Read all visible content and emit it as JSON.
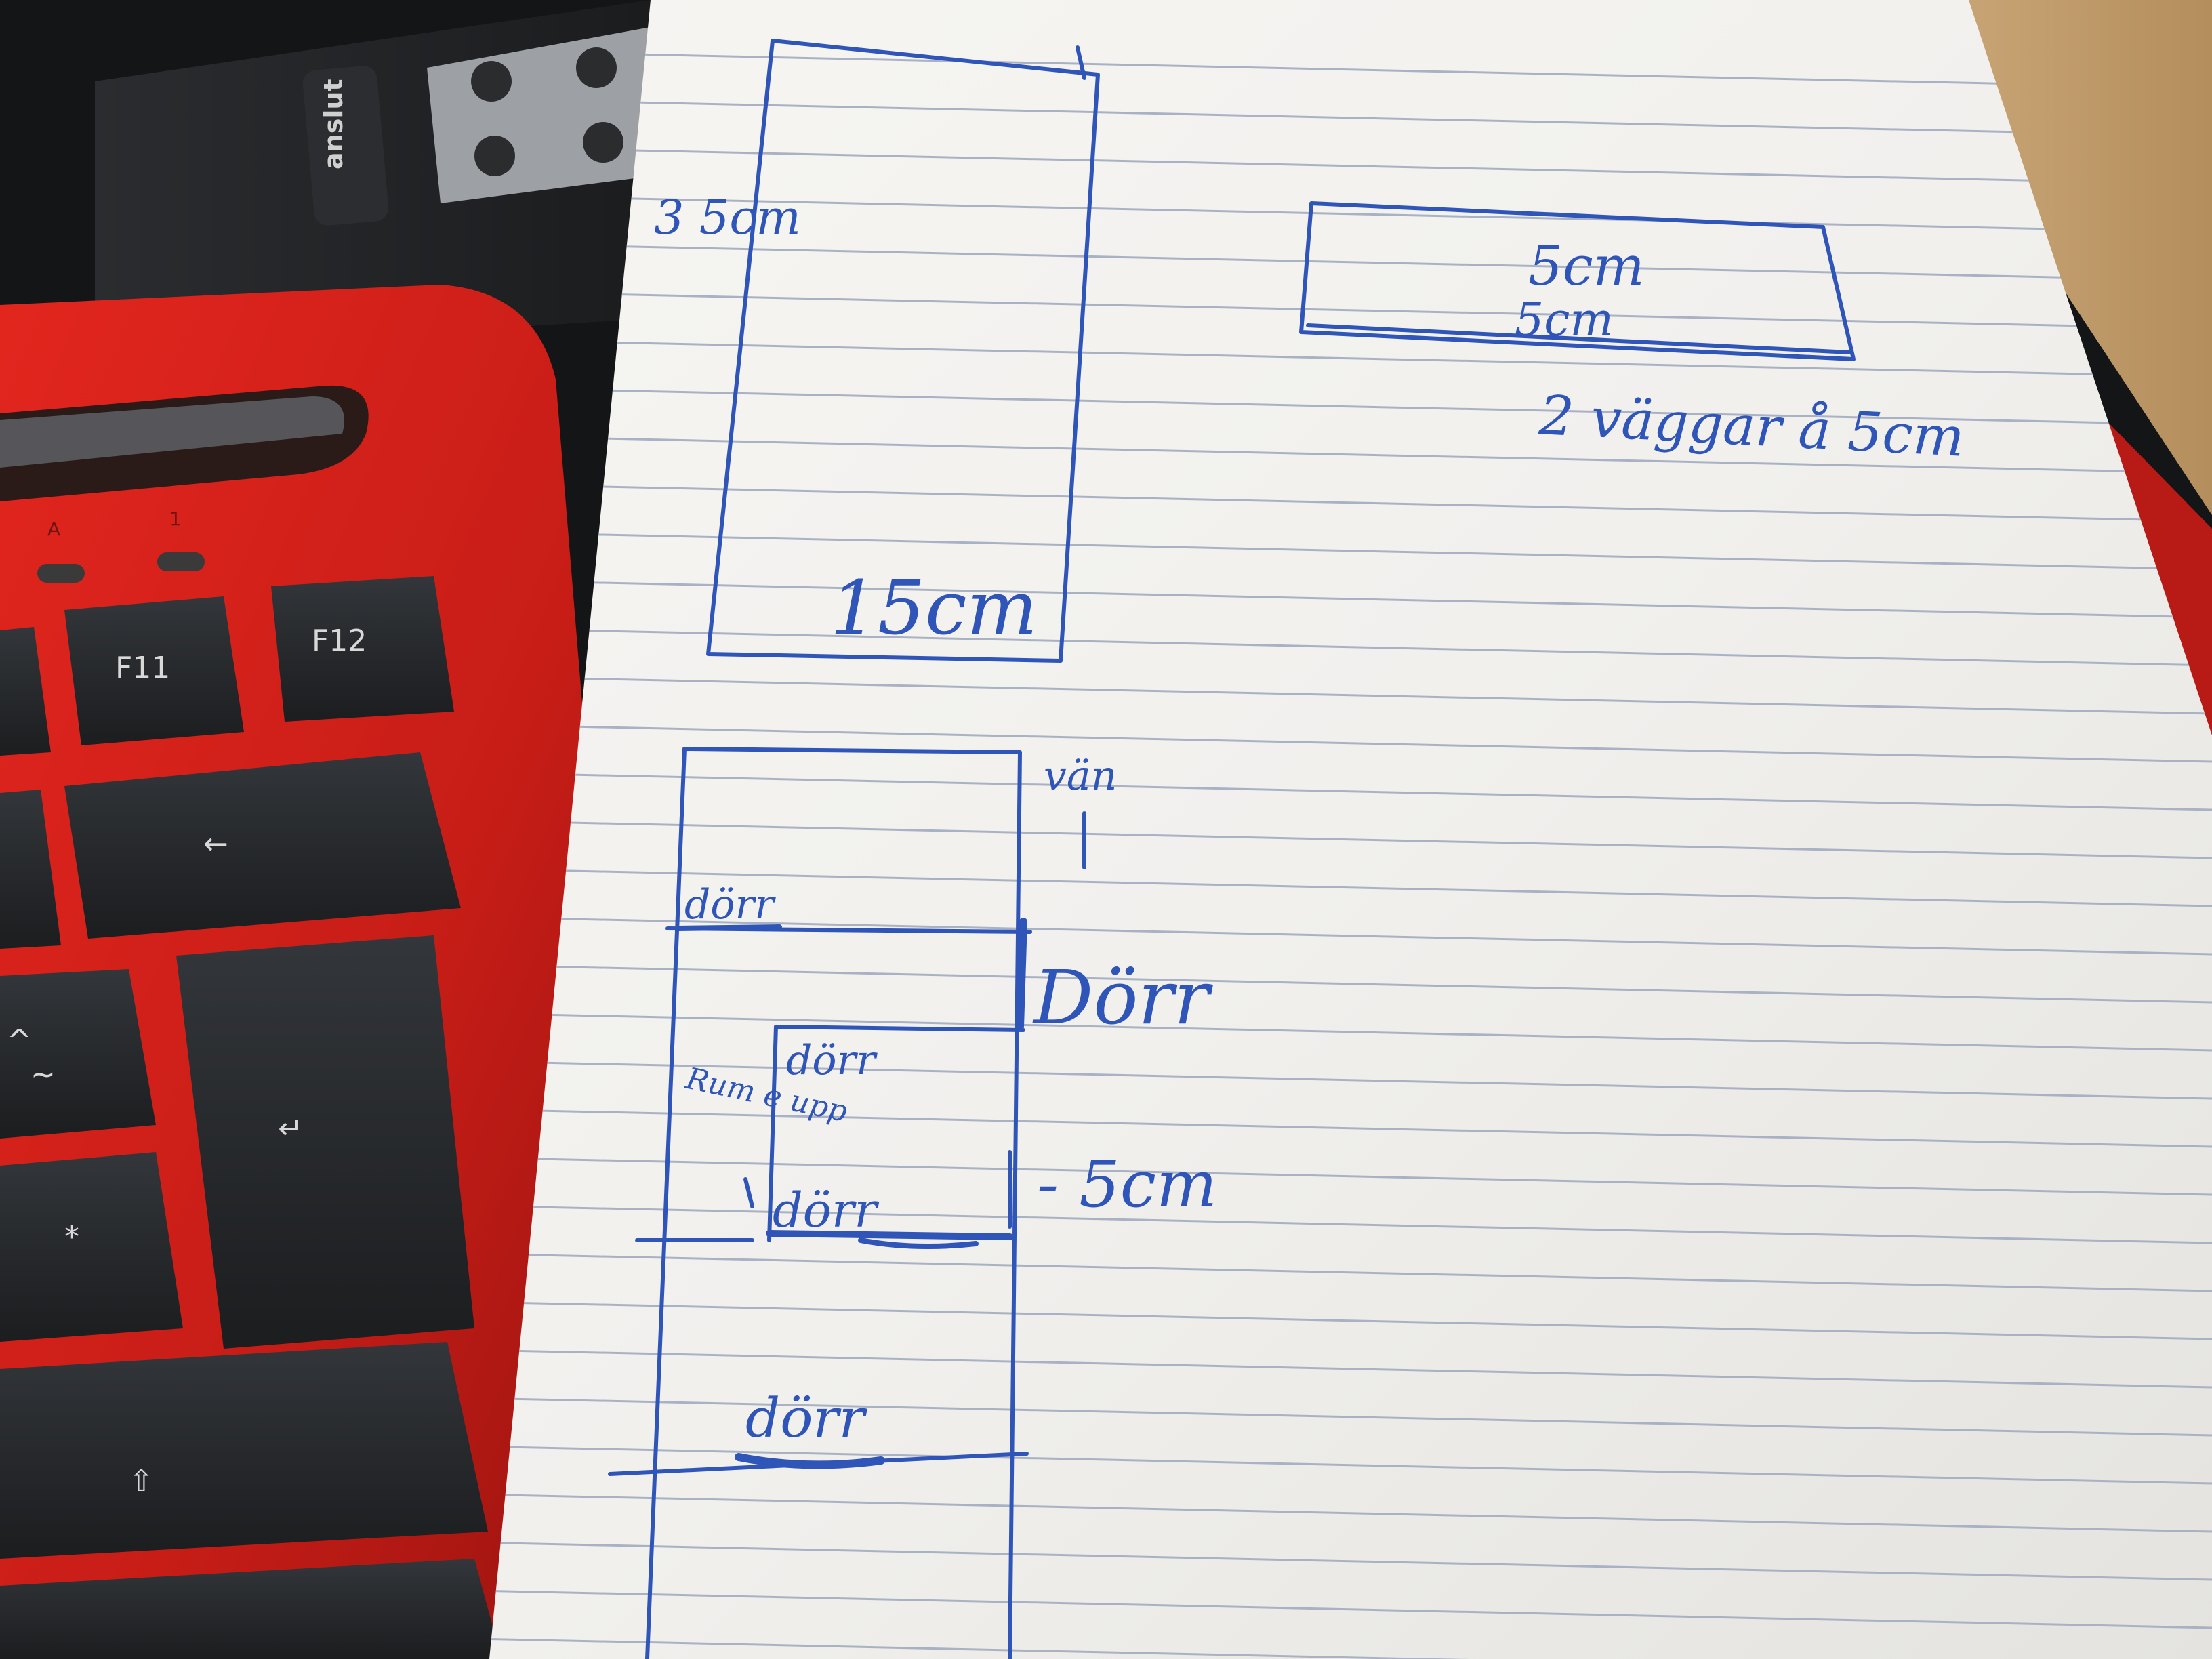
{
  "colors": {
    "ink": "#2f55b8",
    "paper": "#f4f3f0",
    "paper_line": "#a9b2c4",
    "keyboard_red": "#d8231c",
    "key_black": "#262829",
    "desk_dark": "#151617",
    "cardboard": "#c9a472"
  },
  "keyboard": {
    "keys": {
      "f11": "F11",
      "f12": "F12",
      "backspace": "←",
      "enter": "↵",
      "caret": "^",
      "tilde": "~",
      "asterisk": "*",
      "shift": "⇧"
    },
    "leds": {
      "led1": "A",
      "led2": "1"
    }
  },
  "device": {
    "brand": "anslut"
  },
  "sketch": {
    "tall_box": {
      "side_label": "3 5cm",
      "bottom_label": "15cm"
    },
    "small_box": {
      "top_label": "5cm",
      "mid_label": "5cm",
      "note": "2 väggar å 5cm"
    },
    "cabinet": {
      "top_right_label": "vän",
      "door_top": "dörr",
      "door_right": "Dörr",
      "door_inner_top": "dörr",
      "side_text": "Rum e upp",
      "door_inner_bottom": "dörr",
      "right_measure": "- 5cm",
      "door_bottom": "dörr"
    }
  }
}
